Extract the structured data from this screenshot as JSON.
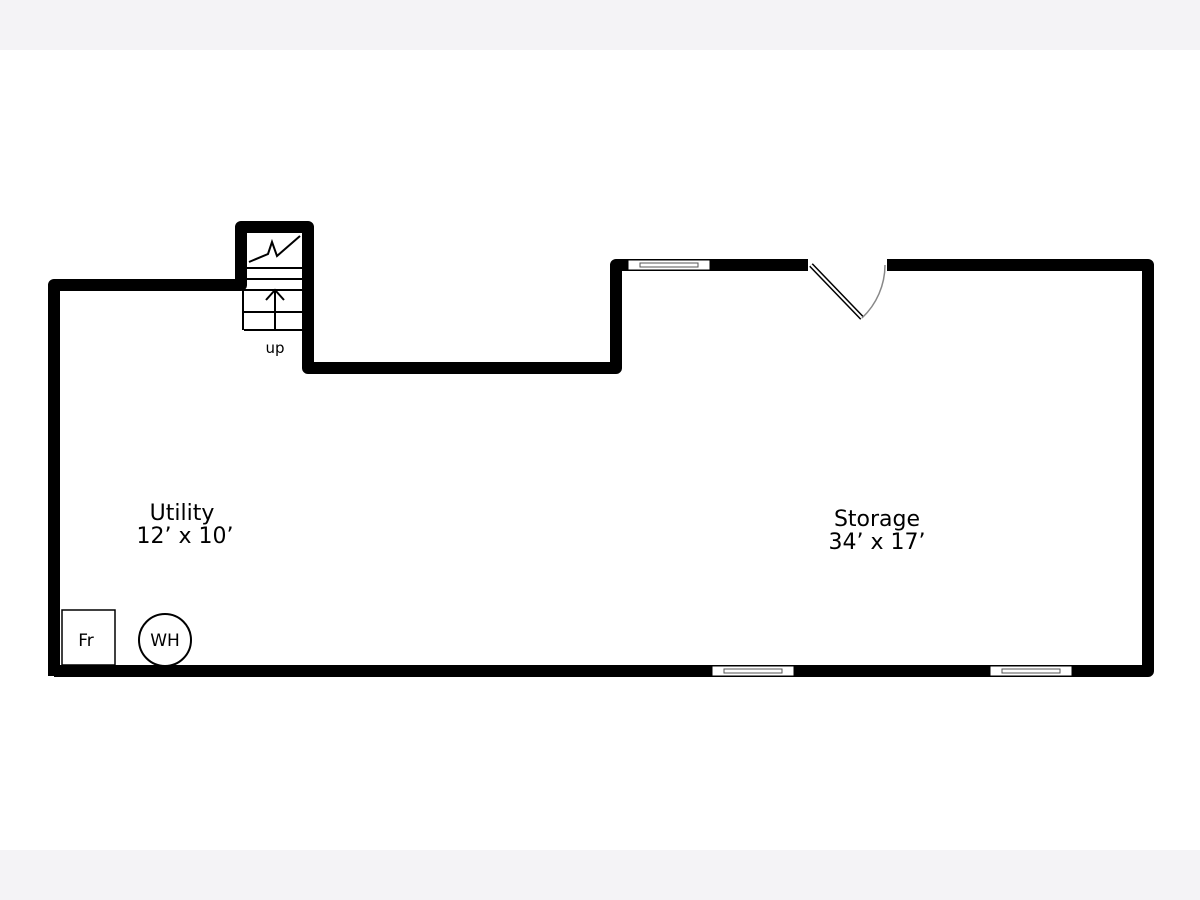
{
  "rooms": [
    {
      "name": "Utility",
      "size": "12’ x 10’"
    },
    {
      "name": "Storage",
      "size": "34’ x 17’"
    }
  ],
  "fixtures": {
    "fridge": "Fr",
    "water_heater": "WH"
  },
  "stairs": {
    "label": "up"
  },
  "colors": {
    "wall": "#000000",
    "band": "#f4f3f6",
    "door_arc": "#888888"
  }
}
